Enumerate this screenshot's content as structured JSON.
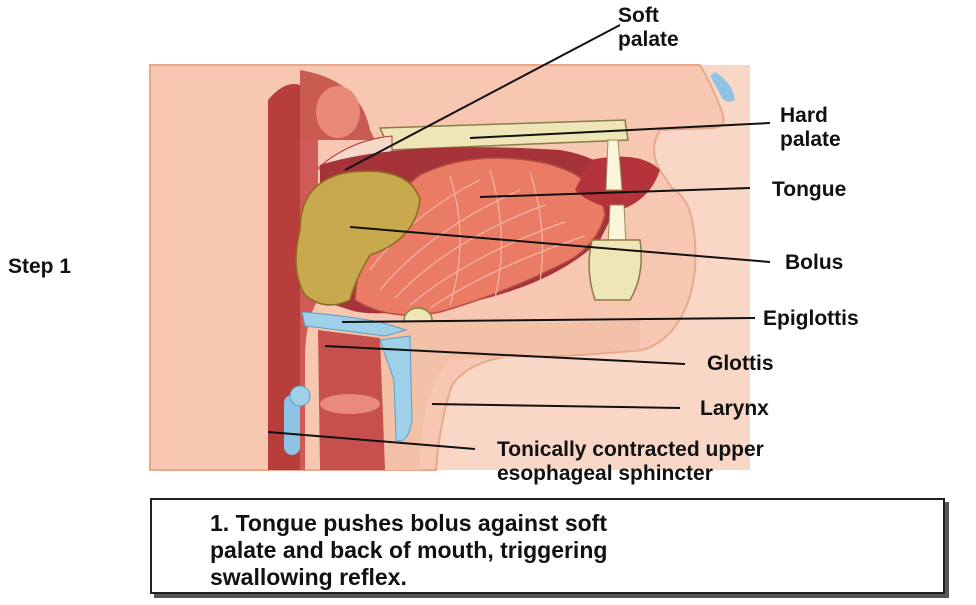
{
  "step": "Step 1",
  "labels": {
    "soft_palate": "Soft\npalate",
    "hard_palate": "Hard\npalate",
    "tongue": "Tongue",
    "bolus": "Bolus",
    "epiglottis": "Epiglottis",
    "glottis": "Glottis",
    "larynx": "Larynx",
    "sphincter": "Tonically contracted upper\nesophageal sphincter"
  },
  "caption": "1. Tongue pushes bolus against soft\n    palate and back of mouth, triggering\n    swallowing reflex.",
  "colors": {
    "skin": "#f6c9b6",
    "tissue_dark": "#b23a3a",
    "muscle": "#e8735e",
    "bolus": "#c9a94e",
    "bone": "#f2ebc4",
    "cartilage": "#9fd0ea"
  }
}
